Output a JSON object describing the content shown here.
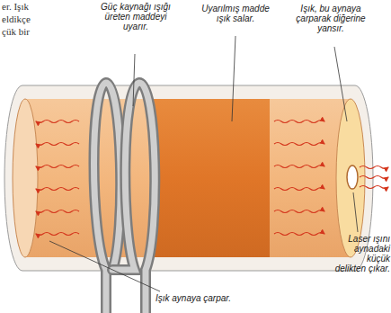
{
  "diagram": {
    "labels": [
      "er. Işık",
      "eldikçe",
      "çük bir",
      "Güç kaynağı ışığı üreten maddeyi uyarır.",
      "Uyarılmış madde ışık salar.",
      "Işık, bu aynaya çarparak diğerine yansır.",
      "Laser ışını aynadaki küçük delikten çıkar.",
      "Işık aynaya çarpar."
    ]
  }
}
